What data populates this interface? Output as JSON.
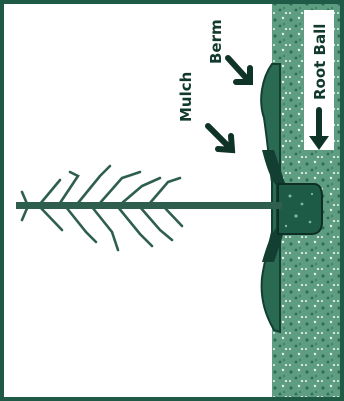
{
  "labels": {
    "mulch": "Mulch",
    "berm": "Berm",
    "root_ball": "Root Ball"
  },
  "colors": {
    "border": "#1f5a46",
    "soil": "#5f9d82",
    "soil_dark": "#2f6d56",
    "berm": "#2a6a52",
    "mulch": "#123f31",
    "tree": "#2e5f4e",
    "text": "#12392d",
    "label_bg": "#ffffff"
  },
  "icons": [
    "arrow-icon",
    "arrow-icon",
    "arrow-left-icon"
  ]
}
